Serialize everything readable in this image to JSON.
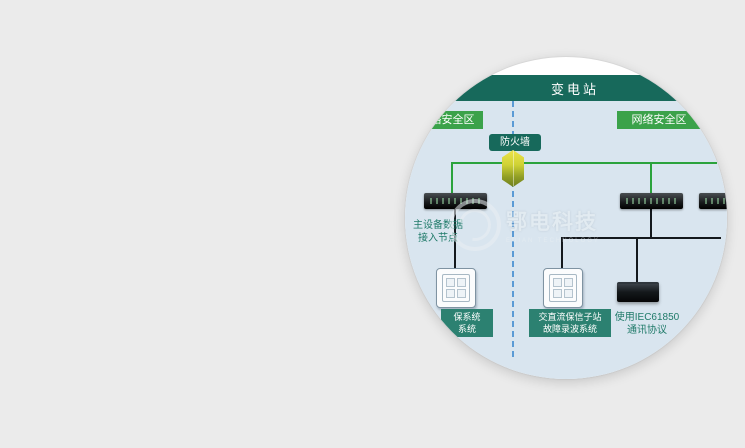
{
  "lens": {
    "header_title": "变电站",
    "zone_left": "网络安全区",
    "zone_right": "网络安全区",
    "firewall_label": "防火墙",
    "node_label_line1": "主设备数据",
    "node_label_line2": "接入节点",
    "bottom_left_line1": "保系统",
    "bottom_left_line2": "系统",
    "bottom_mid_line1": "交直流保信子站",
    "bottom_mid_line2": "故障录波系统",
    "bottom_right_line1": "使用IEC61850",
    "bottom_right_line2": "通讯协议",
    "watermark_brand": "鄂电科技",
    "watermark_sub": "EDIAN TECHNOLOGY",
    "colors": {
      "page_bg": "#ebebeb",
      "diagram_bg": "#d9e5ef",
      "teal_header": "#17695b",
      "zone_green": "#3ba24a",
      "line_green": "#2ba33c",
      "label_teal": "#2c8171",
      "divider_blue": "#5b9bd5",
      "teal_text": "#1f7a69"
    }
  }
}
